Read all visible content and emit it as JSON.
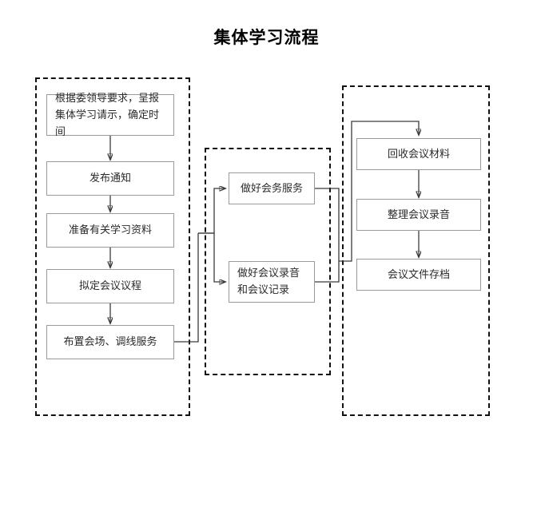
{
  "title": "集体学习流程",
  "colors": {
    "node_border": "#9a9a9a",
    "group_border": "#111111",
    "connector": "#3b3b3b",
    "text": "#2b2b2b",
    "background": "#ffffff"
  },
  "groups": [
    {
      "name": "preparation-phase",
      "label": ""
    },
    {
      "name": "meeting-service-phase",
      "label": ""
    },
    {
      "name": "post-meeting-phase",
      "label": ""
    }
  ],
  "nodes": {
    "left": [
      {
        "id": "n1",
        "text": "根据委领导要求，呈报集体学习请示，确定时间"
      },
      {
        "id": "n2",
        "text": "发布通知"
      },
      {
        "id": "n3",
        "text": "准备有关学习资料"
      },
      {
        "id": "n4",
        "text": "拟定会议议程"
      },
      {
        "id": "n5",
        "text": "布置会场、调线服务"
      }
    ],
    "middle": [
      {
        "id": "m1",
        "text": "做好会务服务"
      },
      {
        "id": "m2",
        "text": "做好会议录音和会议记录"
      }
    ],
    "right": [
      {
        "id": "r1",
        "text": "回收会议材料"
      },
      {
        "id": "r2",
        "text": "整理会议录音"
      },
      {
        "id": "r3",
        "text": "会议文件存档"
      }
    ]
  },
  "flow": {
    "type": "flowchart",
    "orientation": "top-to-bottom-then-left-to-right",
    "edges": [
      {
        "from": "n1",
        "to": "n2"
      },
      {
        "from": "n2",
        "to": "n3"
      },
      {
        "from": "n3",
        "to": "n4"
      },
      {
        "from": "n4",
        "to": "n5"
      },
      {
        "from": "n5",
        "to": "m1"
      },
      {
        "from": "n5",
        "to": "m2"
      },
      {
        "from": "m1",
        "to": "r1"
      },
      {
        "from": "m2",
        "to": "r1"
      },
      {
        "from": "r1",
        "to": "r2"
      },
      {
        "from": "r2",
        "to": "r3"
      }
    ]
  }
}
